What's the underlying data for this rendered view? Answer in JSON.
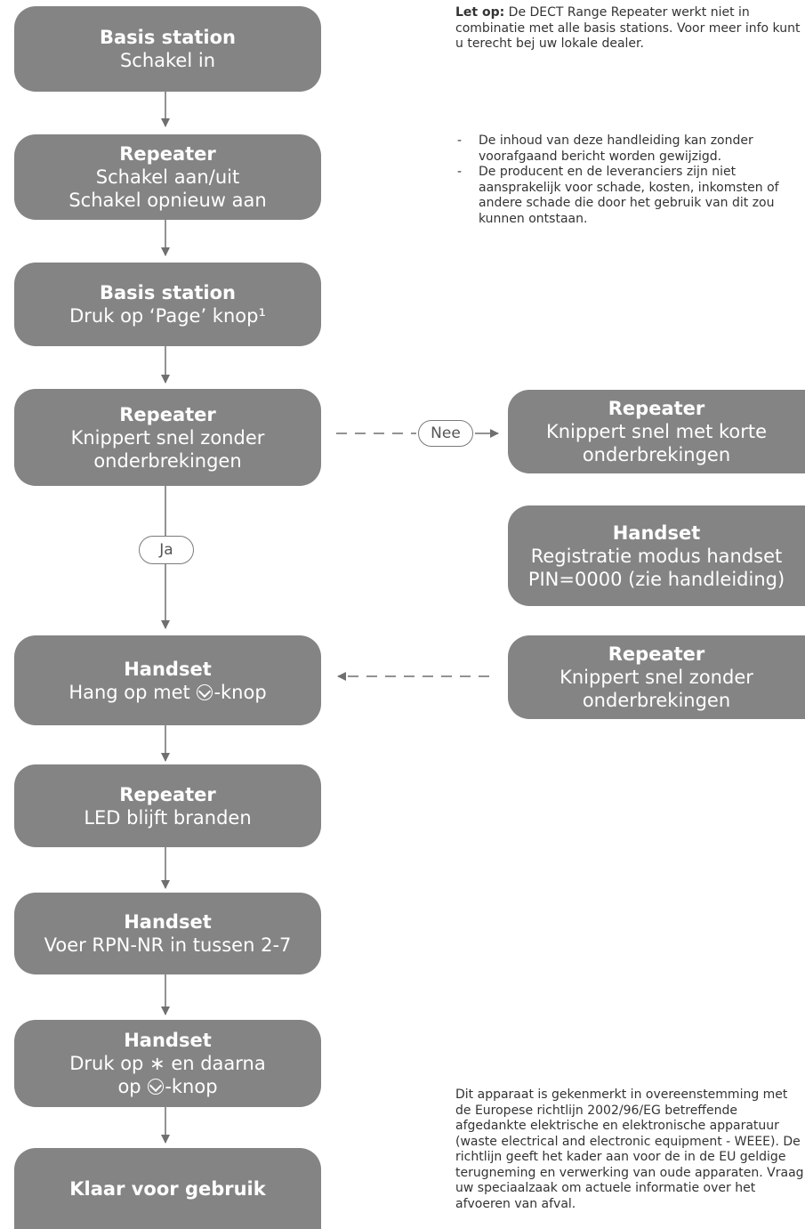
{
  "steps": [
    {
      "title": "Basis station",
      "line1": "Schakel in"
    },
    {
      "title": "Repeater",
      "line1": "Schakel aan/uit",
      "line2": "Schakel opnieuw aan"
    },
    {
      "title": "Basis station",
      "line1": "Druk op ‘Page’ knop¹"
    },
    {
      "title": "Repeater",
      "line1": "Knippert snel zonder",
      "line2": "onderbrekingen"
    },
    {
      "title": "Handset",
      "line1_pre": "Hang op met ",
      "line1_icon": "hang-up-icon",
      "line1_post": "-knop"
    },
    {
      "title": "Repeater",
      "line1": "LED blijft branden"
    },
    {
      "title": "Handset",
      "line1": "Voer RPN-NR in tussen 2-7"
    },
    {
      "title": "Handset",
      "line1": "Druk op ∗ en daarna",
      "line2_pre": "op ",
      "line2_icon": "hang-up-icon",
      "line2_post": "-knop"
    },
    {
      "title": "Klaar voor gebruik"
    }
  ],
  "side_steps": [
    {
      "title": "Repeater",
      "line1": "Knippert snel met korte",
      "line2": "onderbrekingen"
    },
    {
      "title": "Handset",
      "line1": "Registratie modus handset",
      "line2": "PIN=0000 (zie handleiding)"
    },
    {
      "title": "Repeater",
      "line1": "Knippert snel zonder",
      "line2": "onderbrekingen"
    }
  ],
  "decisions": {
    "no": "Nee",
    "yes": "Ja"
  },
  "notes": {
    "caution_label": "Let op:",
    "caution_text": " De DECT Range Repeater werkt niet in combinatie met alle basis stations. Voor meer info kunt u terecht bej uw lokale dealer.",
    "disclaimer": [
      "De inhoud van deze handleiding kan zonder voorafgaand bericht worden gewijzigd.",
      "De producent en de leveranciers zijn niet aansprakelijk voor schade, kosten, inkomsten of andere schade die door het gebruik van dit zou kunnen ontstaan."
    ],
    "weee": "Dit apparaat is gekenmerkt in overeenstemming met de Europese richtlijn 2002/96/EG betreffende afgedankte elektrische en elektronische apparatuur (waste electrical and electronic equipment - WEEE). De richtlijn geeft het kader aan voor de in de EU geldige terugneming en verwerking van oude apparaten. Vraag uw speciaalzaak om actuele informatie over het afvoeren van afval."
  },
  "colors": {
    "box": "#848484",
    "line": "#6f6f6f"
  }
}
